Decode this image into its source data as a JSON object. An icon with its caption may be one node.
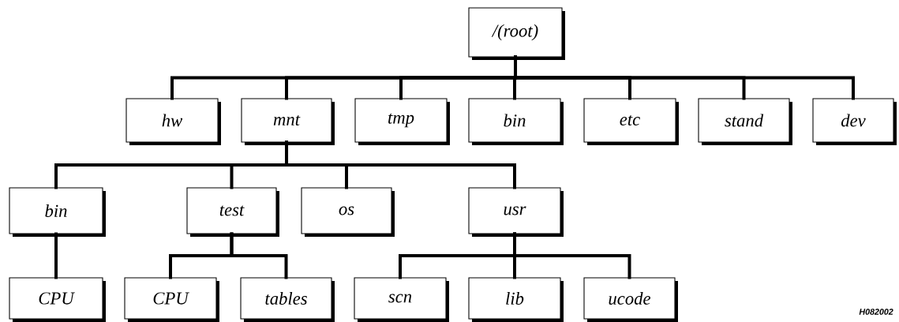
{
  "diagram": {
    "nodes": [
      {
        "text": [
          "/(root)"
        ]
      },
      {
        "text": [
          "hw"
        ]
      },
      {
        "text": [
          "mnt"
        ]
      },
      {
        "text": [
          "tmp"
        ]
      },
      {
        "text": [
          "bin"
        ]
      },
      {
        "text": [
          "etc"
        ]
      },
      {
        "text": [
          "stand"
        ]
      },
      {
        "text": [
          "dev"
        ]
      },
      {
        "text": [
          "bin"
        ]
      },
      {
        "text": [
          "test"
        ]
      },
      {
        "text": [
          "os"
        ]
      },
      {
        "text": [
          "usr"
        ]
      },
      {
        "text": [
          "CPU"
        ]
      },
      {
        "text": [
          "CPU"
        ]
      },
      {
        "text": [
          "tables"
        ]
      },
      {
        "text": [
          "scn"
        ]
      },
      {
        "text": [
          "lib"
        ]
      },
      {
        "text": [
          "ucode"
        ]
      }
    ],
    "edges": [
      {
        "from": 0,
        "to": 1,
        "arrow": "none"
      },
      {
        "from": 0,
        "to": 2,
        "arrow": "none"
      },
      {
        "from": 0,
        "to": 3,
        "arrow": "none"
      },
      {
        "from": 0,
        "to": 4,
        "arrow": "none"
      },
      {
        "from": 0,
        "to": 5,
        "arrow": "none"
      },
      {
        "from": 0,
        "to": 6,
        "arrow": "none"
      },
      {
        "from": 0,
        "to": 7,
        "arrow": "none"
      },
      {
        "from": 2,
        "to": 8,
        "arrow": "none"
      },
      {
        "from": 2,
        "to": 9,
        "arrow": "none"
      },
      {
        "from": 2,
        "to": 10,
        "arrow": "none"
      },
      {
        "from": 2,
        "to": 11,
        "arrow": "none"
      },
      {
        "from": 8,
        "to": 12,
        "arrow": "none"
      },
      {
        "from": 9,
        "to": 13,
        "arrow": "none"
      },
      {
        "from": 9,
        "to": 14,
        "arrow": "none"
      },
      {
        "from": 11,
        "to": 15,
        "arrow": "none"
      },
      {
        "from": 11,
        "to": 16,
        "arrow": "none"
      },
      {
        "from": 11,
        "to": 17,
        "arrow": "none"
      }
    ],
    "labels": [
      "H082002"
    ]
  }
}
